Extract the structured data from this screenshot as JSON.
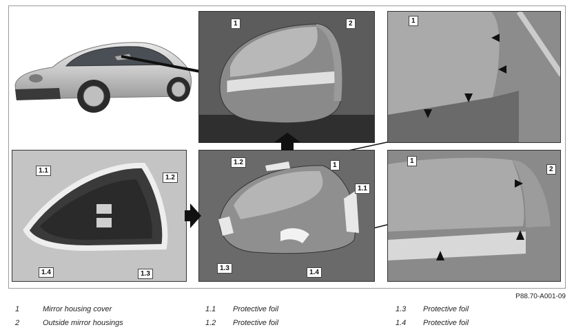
{
  "reference_code": "P88.70-A001-09",
  "callouts": {
    "top_center": [
      "1",
      "2"
    ],
    "top_right": [
      "1"
    ],
    "left_foil": [
      "1.1",
      "1.2",
      "1.4",
      "1.3"
    ],
    "bottom_center": [
      "1.2",
      "1",
      "1.1",
      "1.3",
      "1.4"
    ],
    "bottom_right": [
      "1",
      "2"
    ]
  },
  "legend": [
    {
      "num": "1",
      "text": "Mirror housing cover"
    },
    {
      "num": "2",
      "text": "Outside mirror housings"
    },
    {
      "num": "1.1",
      "text": "Protective foil"
    },
    {
      "num": "1.2",
      "text": "Protective foil"
    },
    {
      "num": "1.3",
      "text": "Protective foil"
    },
    {
      "num": "1.4",
      "text": "Protective foil"
    }
  ]
}
